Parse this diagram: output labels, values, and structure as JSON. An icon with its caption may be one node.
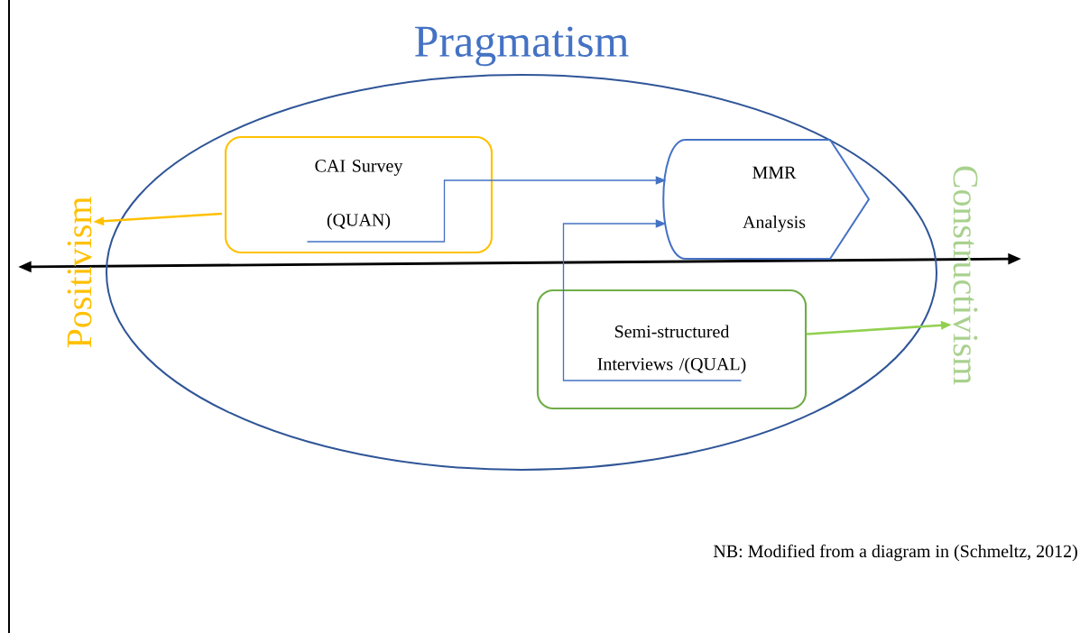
{
  "diagram": {
    "nodes": [
      {
        "text": [
          "Pragmatism"
        ]
      },
      {
        "text": [
          "CAI Survey (QUAN)"
        ],
        "in": 0
      },
      {
        "text": [
          "MMR Analysis"
        ],
        "in": 0
      },
      {
        "text": [
          "Semi-structured Interviews /(QUAL)"
        ],
        "in": 0
      },
      {
        "text": [
          "Positivism"
        ]
      },
      {
        "text": [
          "Constructivism"
        ]
      }
    ],
    "edges": [
      {
        "from": 1,
        "to": 2,
        "arrow": "to",
        "color": "#4472c4"
      },
      {
        "from": 3,
        "to": 2,
        "arrow": "to",
        "color": "#4472c4"
      },
      {
        "from": 1,
        "to": 4,
        "arrow": "to",
        "color": "#ffc000"
      },
      {
        "from": 3,
        "to": 5,
        "arrow": "to",
        "color": "#92d050"
      }
    ],
    "labels": [
      "NB: Modified from a diagram in (Schmeltz, 2012)"
    ]
  }
}
